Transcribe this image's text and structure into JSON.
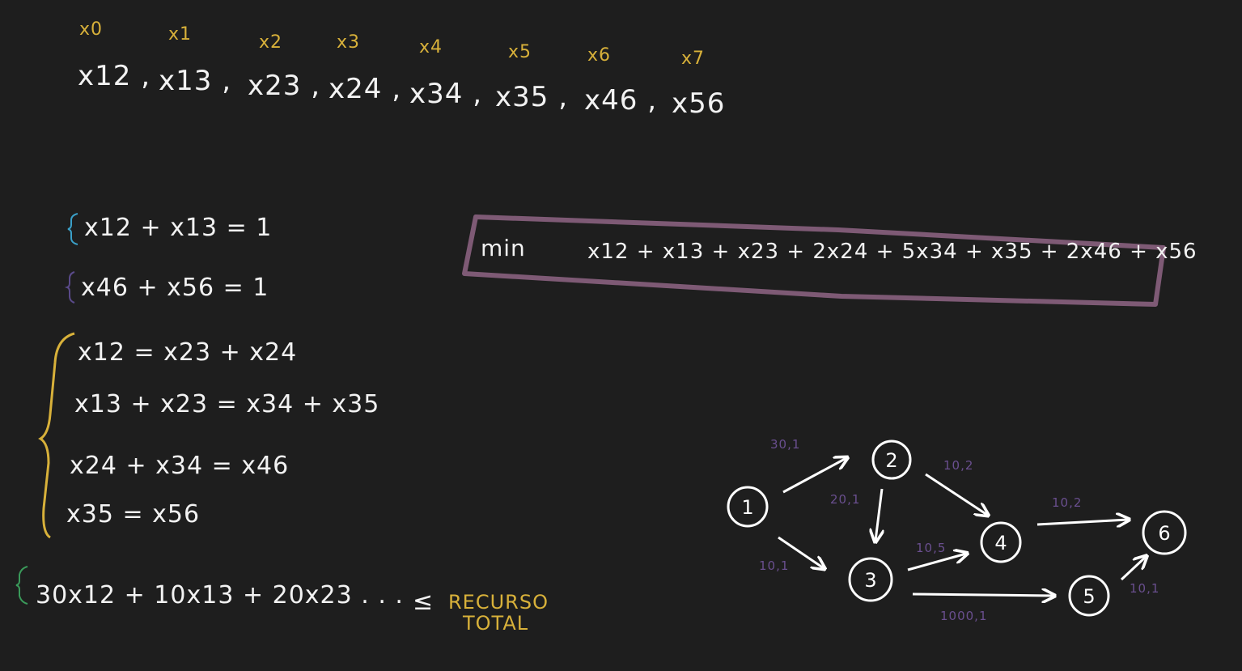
{
  "canvas": {
    "background": "#1e1e1e"
  },
  "colors": {
    "accent_yellow": "#d8b13a",
    "purple_box": "#7e5a75",
    "edge_label": "#6a4f8f",
    "chalk": "#f2f2f2",
    "brace_blue": "#3aa0c8",
    "brace_green": "#3a9a5a"
  },
  "variable_indices": [
    "x0",
    "x1",
    "x2",
    "x3",
    "x4",
    "x5",
    "x6",
    "x7"
  ],
  "variables_line": [
    "x12 ,",
    "x13 ,",
    "x23 ,",
    "x24 ,",
    "x34 ,",
    "x35 ,",
    "x46 ,",
    "x56"
  ],
  "constraints": {
    "source": "x12 + x13 = 1",
    "sink": "x46 + x56 = 1",
    "flow": [
      "x12 = x23 + x24",
      "x13 + x23 = x34 + x35",
      "x24 + x34 = x46",
      "x35 = x56"
    ],
    "resource": "30x12 + 10x13 + 20x23 . . .",
    "resource_sign": "≤",
    "resource_label_line1": "RECURSO",
    "resource_label_line2": "TOTAL"
  },
  "objective": {
    "keyword": "min",
    "expression": "x12 + x13 + x23 + 2x24 + 5x34 + x35 + 2x46 + x56"
  },
  "graph": {
    "nodes": [
      "1",
      "2",
      "3",
      "4",
      "5",
      "6"
    ],
    "edge_labels": [
      "30,1",
      "10,2",
      "20,1",
      "10,2",
      "10,5",
      "10,1",
      "10,1",
      "1000,1"
    ]
  }
}
